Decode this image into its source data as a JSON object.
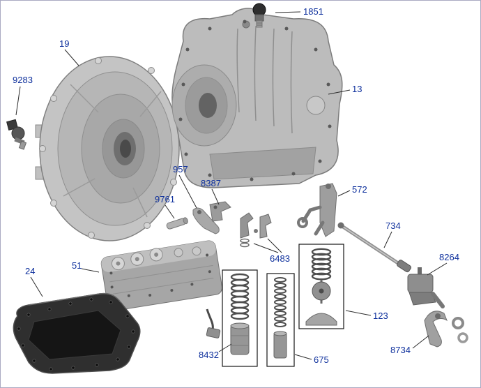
{
  "page": {
    "background": "#ffffff",
    "label_color": "#0d2f9c",
    "line_color": "#2a2a2a"
  },
  "callouts": [
    {
      "label": "1851"
    },
    {
      "label": "19"
    },
    {
      "label": "9283"
    },
    {
      "label": "13"
    },
    {
      "label": "957"
    },
    {
      "label": "8387"
    },
    {
      "label": "9761"
    },
    {
      "label": "572"
    },
    {
      "label": "734"
    },
    {
      "label": "8264"
    },
    {
      "label": "6483"
    },
    {
      "label": "24"
    },
    {
      "label": "51"
    },
    {
      "label": "123"
    },
    {
      "label": "8734"
    },
    {
      "label": "8432"
    },
    {
      "label": "675"
    }
  ]
}
